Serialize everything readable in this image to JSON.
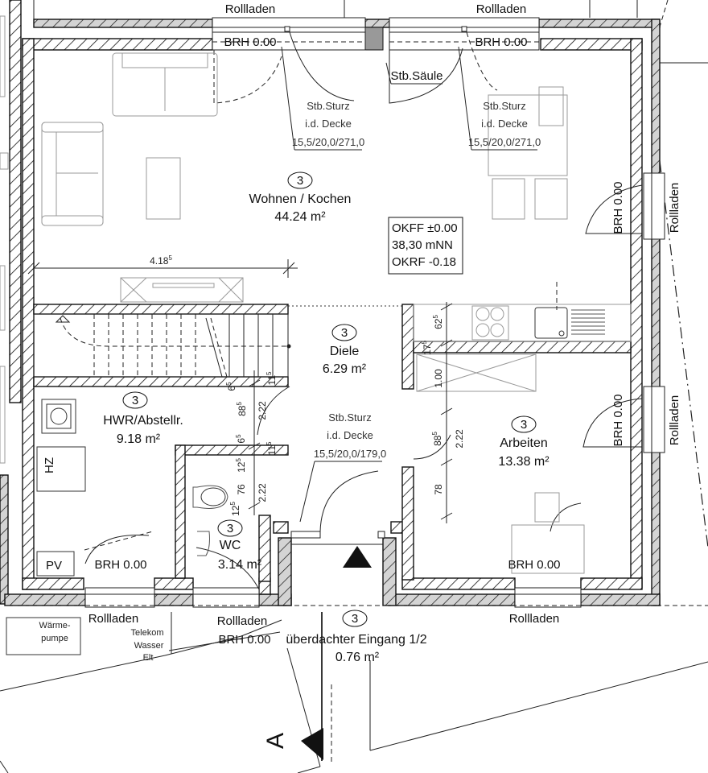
{
  "plan": {
    "title": "Erdgeschoss Grundriss",
    "level_box": {
      "line1": "OKFF ±0.00",
      "line2": "38,30 mNN",
      "line3": "OKRF -0.18"
    },
    "rooms": [
      {
        "id": "wohnen",
        "number": "3",
        "name": "Wohnen / Kochen",
        "area": "44.24 m²"
      },
      {
        "id": "diele",
        "number": "3",
        "name": "Diele",
        "area": "6.29 m²"
      },
      {
        "id": "hwr",
        "number": "3",
        "name": "HWR/Abstellr.",
        "area": "9.18 m²"
      },
      {
        "id": "arbeiten",
        "number": "3",
        "name": "Arbeiten",
        "area": "13.38 m²"
      },
      {
        "id": "wc",
        "number": "3",
        "name": "WC",
        "area": "3.14 m²"
      },
      {
        "id": "eingang",
        "number": "3",
        "name": "überdachter Eingang 1/2",
        "area": "0.76 m²"
      }
    ],
    "window_labels": {
      "rollladen": "Rollladen",
      "brh": "BRH 0.00"
    },
    "lintels": [
      {
        "l1": "Stb.Sturz",
        "l2": "i.d. Decke",
        "l3": "15,5/20,0/271,0"
      },
      {
        "l1": "Stb.Sturz",
        "l2": "i.d. Decke",
        "l3": "15,5/20,0/271,0"
      },
      {
        "l1": "Stb.Sturz",
        "l2": "i.d. Decke",
        "l3": "15,5/20,0/179,0"
      }
    ],
    "column_label": "Stb.Säule",
    "equipment": {
      "hz": "HZ",
      "pv": "PV",
      "waermepumpe_l1": "Wärme-",
      "waermepumpe_l2": "pumpe",
      "telekom": "Telekom",
      "wasser": "Wasser",
      "elt": "Elt"
    },
    "dimensions": {
      "wohnen_width": "4.18",
      "wohnen_width_sup": "5",
      "stair_6": "6",
      "stair_6_sup": "5",
      "stair_11": "11",
      "stair_11_sup": "5",
      "door_88": "88",
      "door_88_sup": "5",
      "door_222": "2.22",
      "hwr_6": "6",
      "hwr_6_sup": "5",
      "hwr_11": "11",
      "hwr_11_sup": "5",
      "wc_12a": "12",
      "wc_12a_sup": "5",
      "wc_76": "76",
      "wc_12b": "12",
      "wc_12b_sup": "5",
      "wc_222": "2.22",
      "kitchen_62": "62",
      "kitchen_62_sup": "5",
      "kitchen_17": "17",
      "kitchen_17_sup": "5",
      "arb_100": "1.00",
      "arb_88": "88",
      "arb_88_sup": "5",
      "arb_222": "2.22",
      "arb_78": "78"
    },
    "section_marker": "A"
  }
}
